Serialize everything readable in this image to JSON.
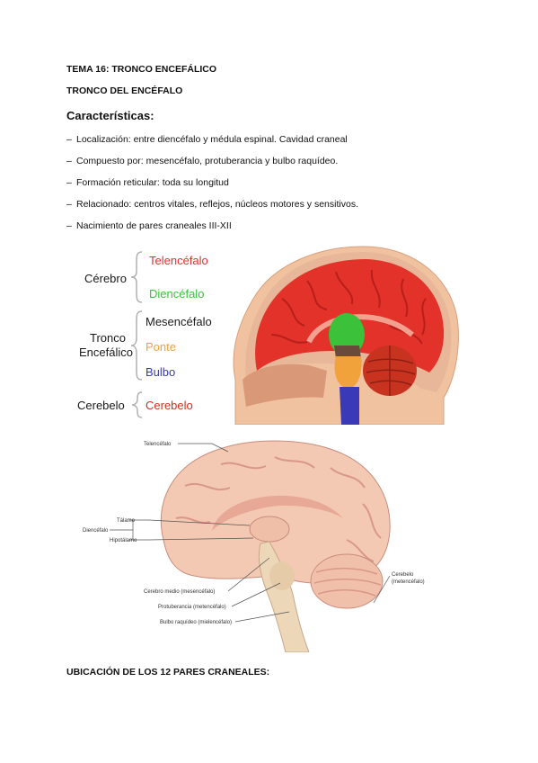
{
  "document": {
    "title": "TEMA 16: TRONCO ENCEFÁLICO",
    "subtitle": "TRONCO DEL ENCÉFALO",
    "section_heading": "Características:",
    "bullet_marker": "–",
    "bullets": [
      "Localización: entre diencéfalo y médula espinal. Cavidad craneal",
      "Compuesto por: mesencéfalo, protuberancia y bulbo raquídeo.",
      "Formación reticular: toda su longitud",
      "Relacionado: centros vitales, reflejos, núcleos motores y sensitivos.",
      "Nacimiento de pares craneales III-XII"
    ],
    "bottom_heading": "UBICACIÓN DE LOS 12 PARES CRANEALES:"
  },
  "figure1": {
    "groups": {
      "cerebro": "Cérebro",
      "tronco_line1": "Tronco",
      "tronco_line2": "Encefálico",
      "cerebelo": "Cerebelo"
    },
    "parts": {
      "telencefalo": "Telencéfalo",
      "diencefalo": "Diencéfalo",
      "mesencefalo": "Mesencéfalo",
      "ponte": "Ponte",
      "bulbo": "Bulbo",
      "cerebelo": "Cerebelo"
    },
    "colors": {
      "telencefalo": "#e2322a",
      "diencefalo": "#3cc23a",
      "mesencefalo": "#1a1a1a",
      "ponte": "#f2a23a",
      "bulbo": "#3a3ab8",
      "cerebelo": "#c8331f",
      "brace": "#b0b0b0",
      "skin": "#f0c2a0"
    }
  },
  "figure2": {
    "labels": {
      "telencefalo": "Telencéfalo",
      "talamo": "Tálamo",
      "diencefalo": "Diencéfalo",
      "hipotalamo": "Hipotálamo",
      "cerebro_medio": "Cerebro medio (mesencéfalo)",
      "protuberancia": "Protuberancia (metencéfalo)",
      "bulbo": "Bulbo raquídeo (mielencéfalo)",
      "cerebelo_line1": "Cerebelo",
      "cerebelo_line2": "(metencéfalo)"
    },
    "colors": {
      "brain": "#f3c9b4",
      "fold": "#d9978a",
      "stem": "#ecd7b8",
      "leader": "#555555"
    }
  }
}
